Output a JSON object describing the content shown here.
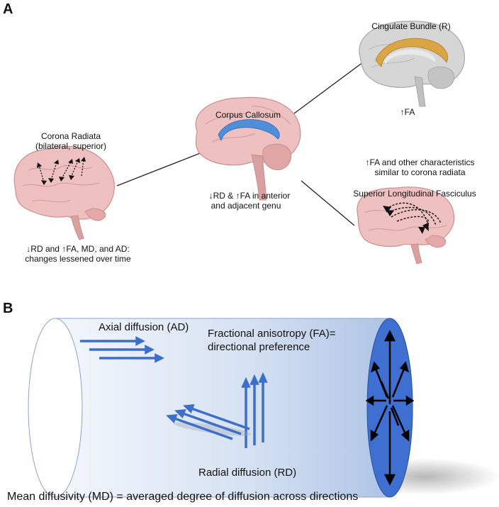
{
  "panel_a": {
    "letter": "A",
    "regions": {
      "corona": {
        "title": "Corona Radiata",
        "subtitle": "(bilateral, superior)",
        "finding_arrow": "↓",
        "finding_line1_rest": "RD and ",
        "finding_arrow2": "↑",
        "finding_line1_end": "FA, MD, and AD:",
        "finding_line2": "changes lessened over time"
      },
      "corpus": {
        "title": "Corpus Callosum",
        "finding_arrow": "↓",
        "finding_line1_mid": "RD & ",
        "finding_arrow2": "↑",
        "finding_line1_end": "FA in anterior",
        "finding_line2": "and adjacent genu"
      },
      "cingulate": {
        "title": "Cingulate Bundle (R)",
        "finding_arrow": "↑",
        "finding": "FA"
      },
      "slf": {
        "note_arrow": "↑",
        "note_line1": "FA and other characteristics",
        "note_line2": "similar to corona radiata",
        "title": "Superior Longitudinal Fasciculus"
      }
    },
    "colors": {
      "brain": "#efc0c0",
      "brain_stroke": "#c98f8f",
      "gray_brain": "#d6d6d6",
      "corpus": "#4f8ed8",
      "cingulate": "#d9a545"
    }
  },
  "panel_b": {
    "letter": "B",
    "axial_label": "Axial diffusion (AD)",
    "fa_line1": "Fractional anisotropy (FA)=",
    "fa_line2": "directional preference",
    "radial_label": "Radial diffusion (RD)",
    "md_label": "Mean diffusivity (MD) = averaged degree of diffusion across directions",
    "colors": {
      "tube_light": "#eef3fb",
      "tube_dark": "#9db6df",
      "ellipse": "#3f6fd0",
      "arrow": "#3d6ec9"
    }
  }
}
